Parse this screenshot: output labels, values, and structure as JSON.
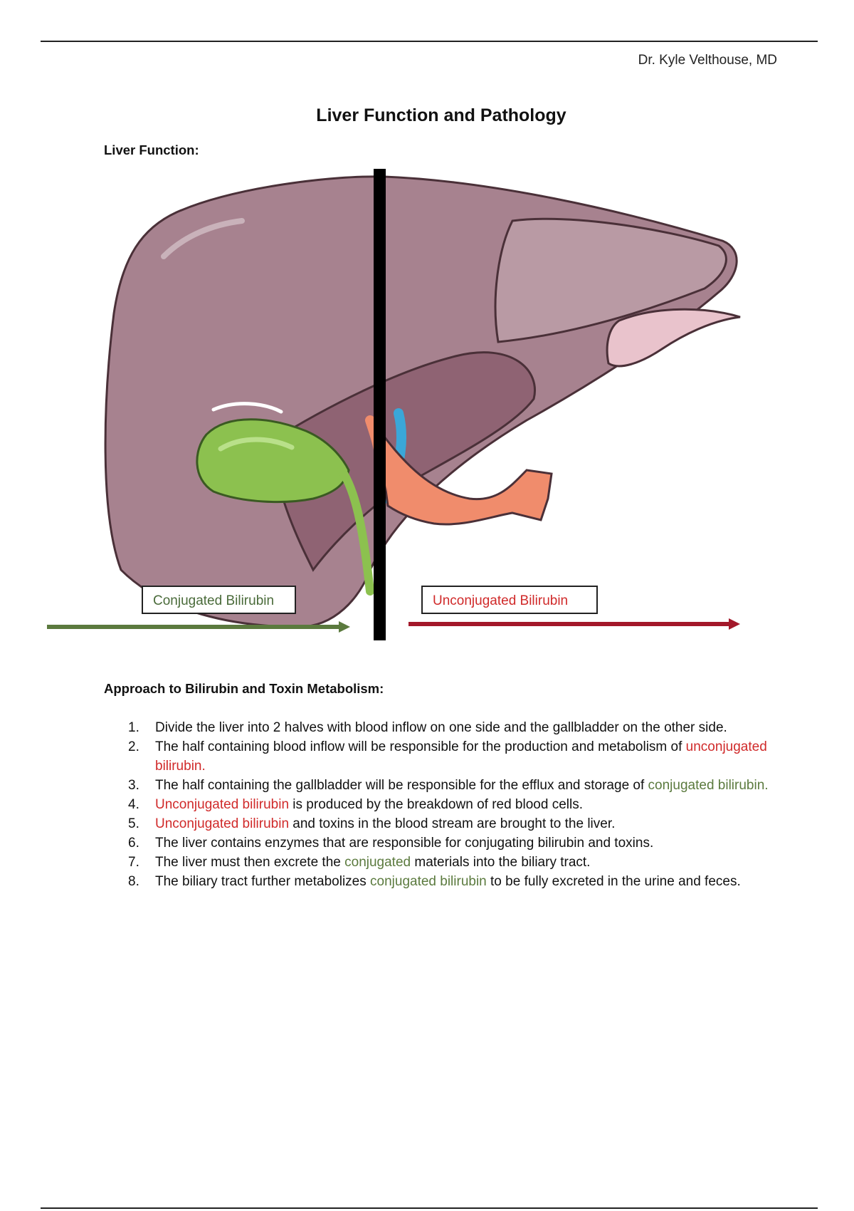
{
  "header": {
    "author": "Dr. Kyle Velthouse, MD"
  },
  "title": "Liver Function and Pathology",
  "section1": {
    "heading": "Liver Function:"
  },
  "figure": {
    "conjugated_label": "Conjugated Bilirubin",
    "unconjugated_label": "Unconjugated Bilirubin",
    "colors": {
      "conjugated": "#5b7a3e",
      "unconjugated": "#d02a2a",
      "liver": "#a7828f",
      "gallbladder": "#8cc14f",
      "vessel": "#f08c6c"
    }
  },
  "section2": {
    "heading": "Approach to Bilirubin and Toxin Metabolism:",
    "steps": [
      {
        "n": "1.",
        "a": "Divide the liver into 2 halves with blood inflow on one side and the gallbladder on the other side."
      },
      {
        "n": "2.",
        "a": "The half containing blood inflow will be responsible for the production and metabolism of ",
        "r": "unconjugated bilirubin."
      },
      {
        "n": "3.",
        "a": "The half containing the gallbladder will be responsible for the efflux and storage of ",
        "g": "conjugated bilirubin."
      },
      {
        "n": "4.",
        "r": "Unconjugated bilirubin",
        "a": " is produced by the breakdown of red blood cells."
      },
      {
        "n": "5.",
        "r": "Unconjugated bilirubin",
        "a": " and toxins in the blood stream are brought to the liver."
      },
      {
        "n": "6.",
        "a": "The liver contains enzymes that are responsible for conjugating bilirubin and toxins."
      },
      {
        "n": "7.",
        "a": "The liver must then excrete the ",
        "g": "conjugated",
        "b": " materials into the biliary tract."
      },
      {
        "n": "8.",
        "a": "The biliary tract further metabolizes ",
        "g": "conjugated bilirubin",
        "b": " to be fully excreted in the urine and feces."
      }
    ]
  }
}
